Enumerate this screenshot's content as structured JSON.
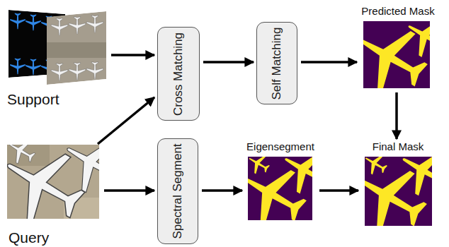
{
  "diagram": {
    "nodes": [
      {
        "text": [
          "Support"
        ]
      },
      {
        "text": [
          "Cross Matching"
        ]
      },
      {
        "text": [
          "Self Matching"
        ]
      },
      {
        "text": [
          "Predicted Mask"
        ]
      },
      {
        "text": [
          "Query"
        ]
      },
      {
        "text": [
          "Spectral Segment"
        ]
      },
      {
        "text": [
          "Eigensegment"
        ]
      },
      {
        "text": [
          "Final Mask"
        ]
      }
    ],
    "edges": [
      {
        "from": 0,
        "to": 1,
        "arrow": "to"
      },
      {
        "from": 4,
        "to": 1,
        "arrow": "to"
      },
      {
        "from": 1,
        "to": 2,
        "arrow": "to"
      },
      {
        "from": 2,
        "to": 3,
        "arrow": "to"
      },
      {
        "from": 3,
        "to": 7,
        "arrow": "to"
      },
      {
        "from": 4,
        "to": 5,
        "arrow": "to"
      },
      {
        "from": 5,
        "to": 6,
        "arrow": "to"
      },
      {
        "from": 6,
        "to": 7,
        "arrow": "to"
      }
    ]
  }
}
